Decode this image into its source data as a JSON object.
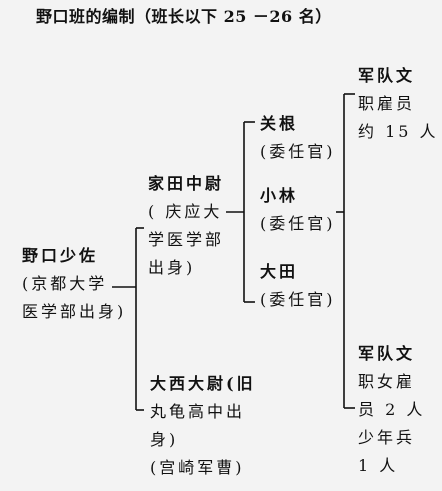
{
  "title": "野口班的编制（班长以下 25 －26 名）",
  "root": {
    "lines": [
      "野口少佐",
      "(京都大学",
      "医学部出身)"
    ]
  },
  "level2": [
    {
      "id": "ieda",
      "lines": [
        "家田中尉",
        "( 庆应大",
        "学医学部",
        "出身)"
      ]
    },
    {
      "id": "onishi",
      "lines": [
        "大西大尉(旧",
        "丸龟高中出",
        "身)",
        "(宫崎军曹)"
      ]
    }
  ],
  "level3": [
    {
      "id": "sekine",
      "lines": [
        "关根",
        "(委任官)"
      ]
    },
    {
      "id": "kobayashi",
      "lines": [
        "小林",
        "(委任官)"
      ]
    },
    {
      "id": "ota",
      "lines": [
        "大田",
        "(委任官)"
      ]
    }
  ],
  "staff": [
    {
      "id": "civil-male",
      "lines": [
        "军队文",
        "职雇员",
        "约 15 人"
      ]
    },
    {
      "id": "civil-female",
      "lines": [
        "军队文",
        "职女雇",
        "员 2 人",
        "少年兵",
        "1 人"
      ]
    }
  ]
}
